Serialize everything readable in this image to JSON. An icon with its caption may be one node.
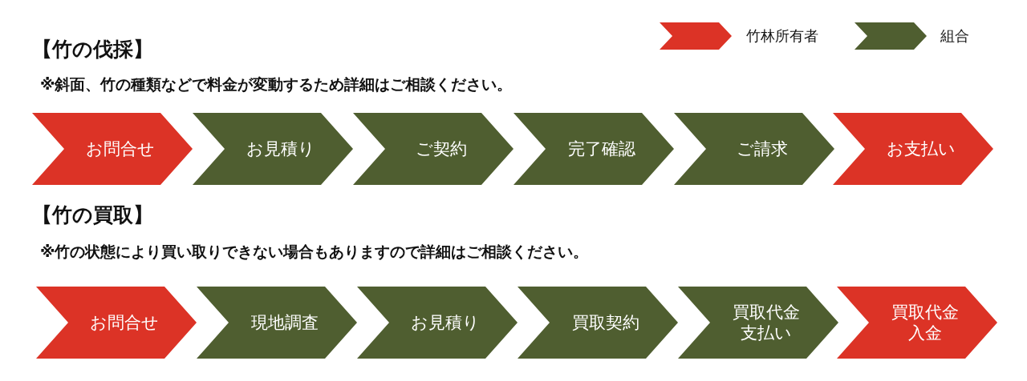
{
  "diagram": {
    "nodes": [
      {
        "text": [
          "お問合せ"
        ]
      },
      {
        "text": [
          "お見積り"
        ]
      },
      {
        "text": [
          "ご契約"
        ]
      },
      {
        "text": [
          "完了確認"
        ]
      },
      {
        "text": [
          "ご請求"
        ]
      },
      {
        "text": [
          "お支払い"
        ]
      },
      {
        "text": [
          "お問合せ"
        ]
      },
      {
        "text": [
          "現地調査"
        ]
      },
      {
        "text": [
          "お見積り"
        ]
      },
      {
        "text": [
          "買取契約"
        ]
      },
      {
        "text": [
          "買取代金支払い"
        ]
      },
      {
        "text": [
          "買取代金入金"
        ]
      }
    ],
    "labels": [
      "【竹の伐採】",
      "※斜面、竹の種類などで料金が変動するため詳細はご相談ください。",
      "【竹の買取】",
      "※竹の状態により買い取りできない場合もありますので詳細はご相談ください。"
    ],
    "legend": [
      {
        "text": "竹林所有者",
        "color": "#dc3326"
      },
      {
        "text": "組合",
        "color": "#4f5e30"
      }
    ]
  }
}
